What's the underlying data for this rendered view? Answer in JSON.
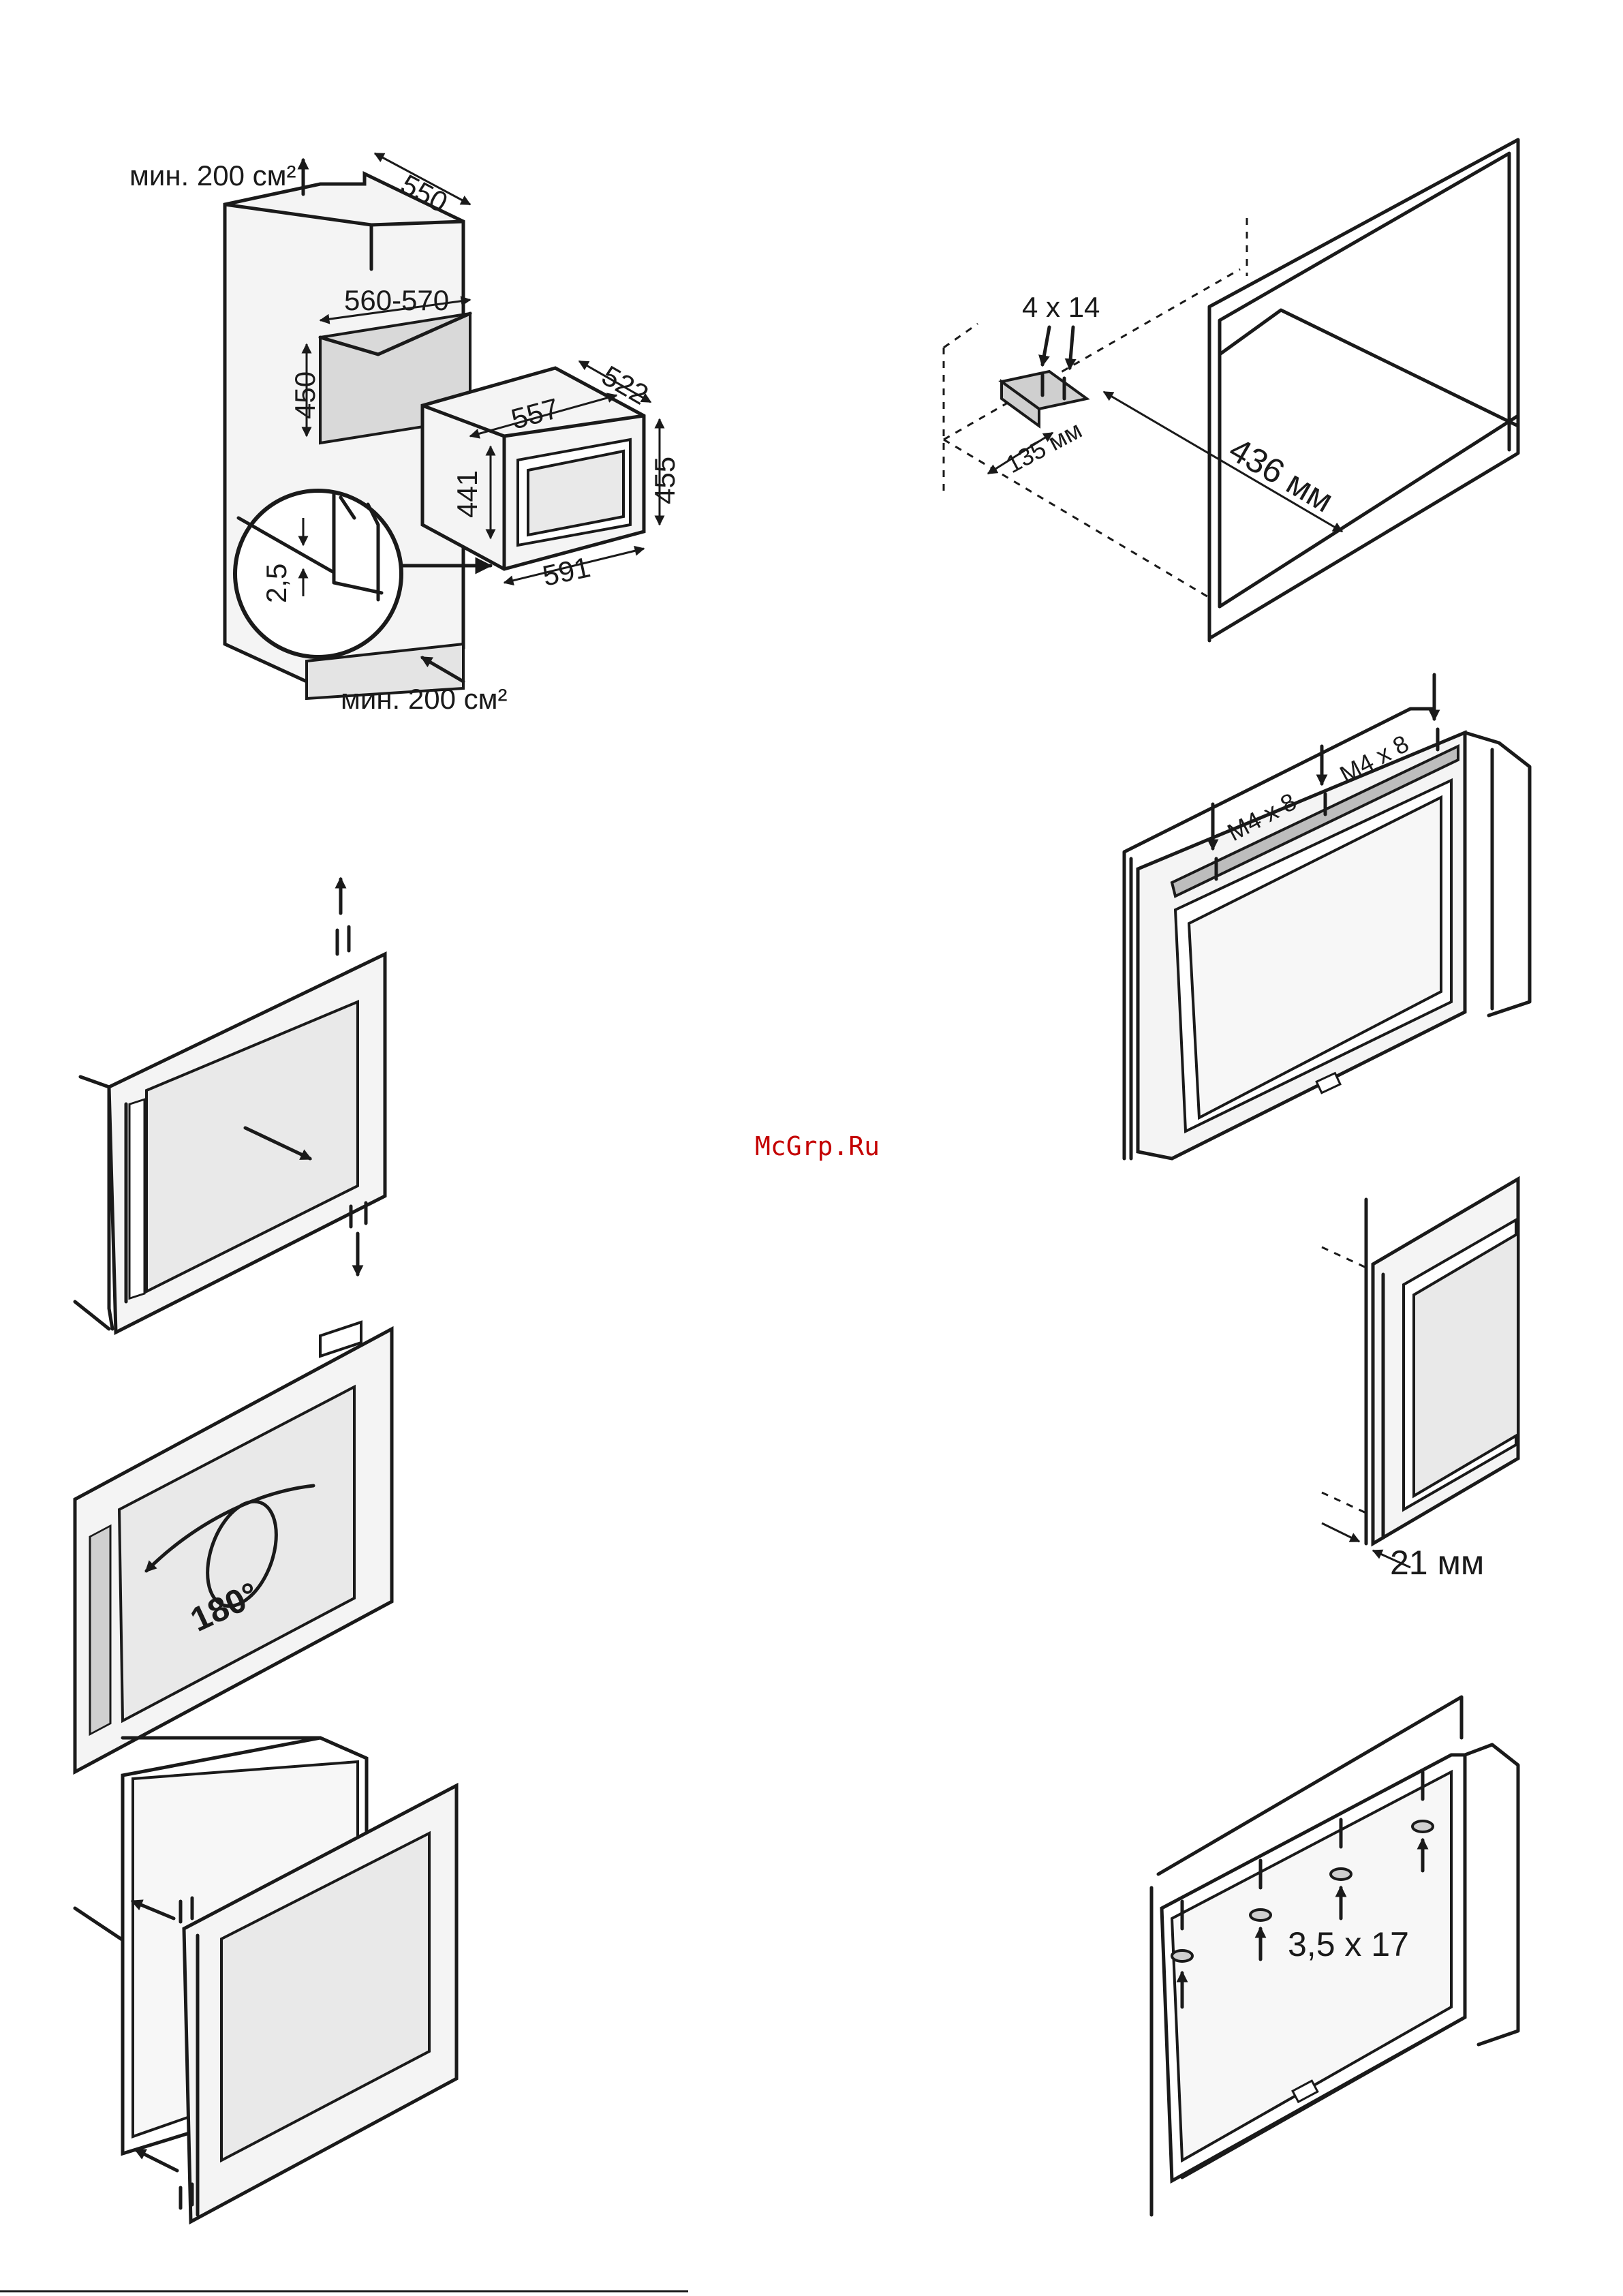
{
  "fig1": {
    "vent_top": "мин. 200 см²",
    "vent_bottom": "мин. 200 см²",
    "depth": "550",
    "niche_width": "560-570",
    "niche_height": "450",
    "unit_depth": "522",
    "unit_width_inner": "557",
    "unit_height_inner": "441",
    "unit_height": "455",
    "front_width": "591",
    "gap": "2,5"
  },
  "fig2": {
    "screw_spec": "4 x 14",
    "bracket_offset": "135 мм",
    "bracket_depth": "436 мм"
  },
  "fig3": {
    "screw_left": "M4 x 8",
    "screw_right": "M4 x 8"
  },
  "fig4": {
    "gap": "21 мм"
  },
  "fig5": {
    "rotation": "180°"
  },
  "fig6": {
    "screw_spec": "3,5 x 17"
  },
  "watermark": "McGrp.Ru"
}
